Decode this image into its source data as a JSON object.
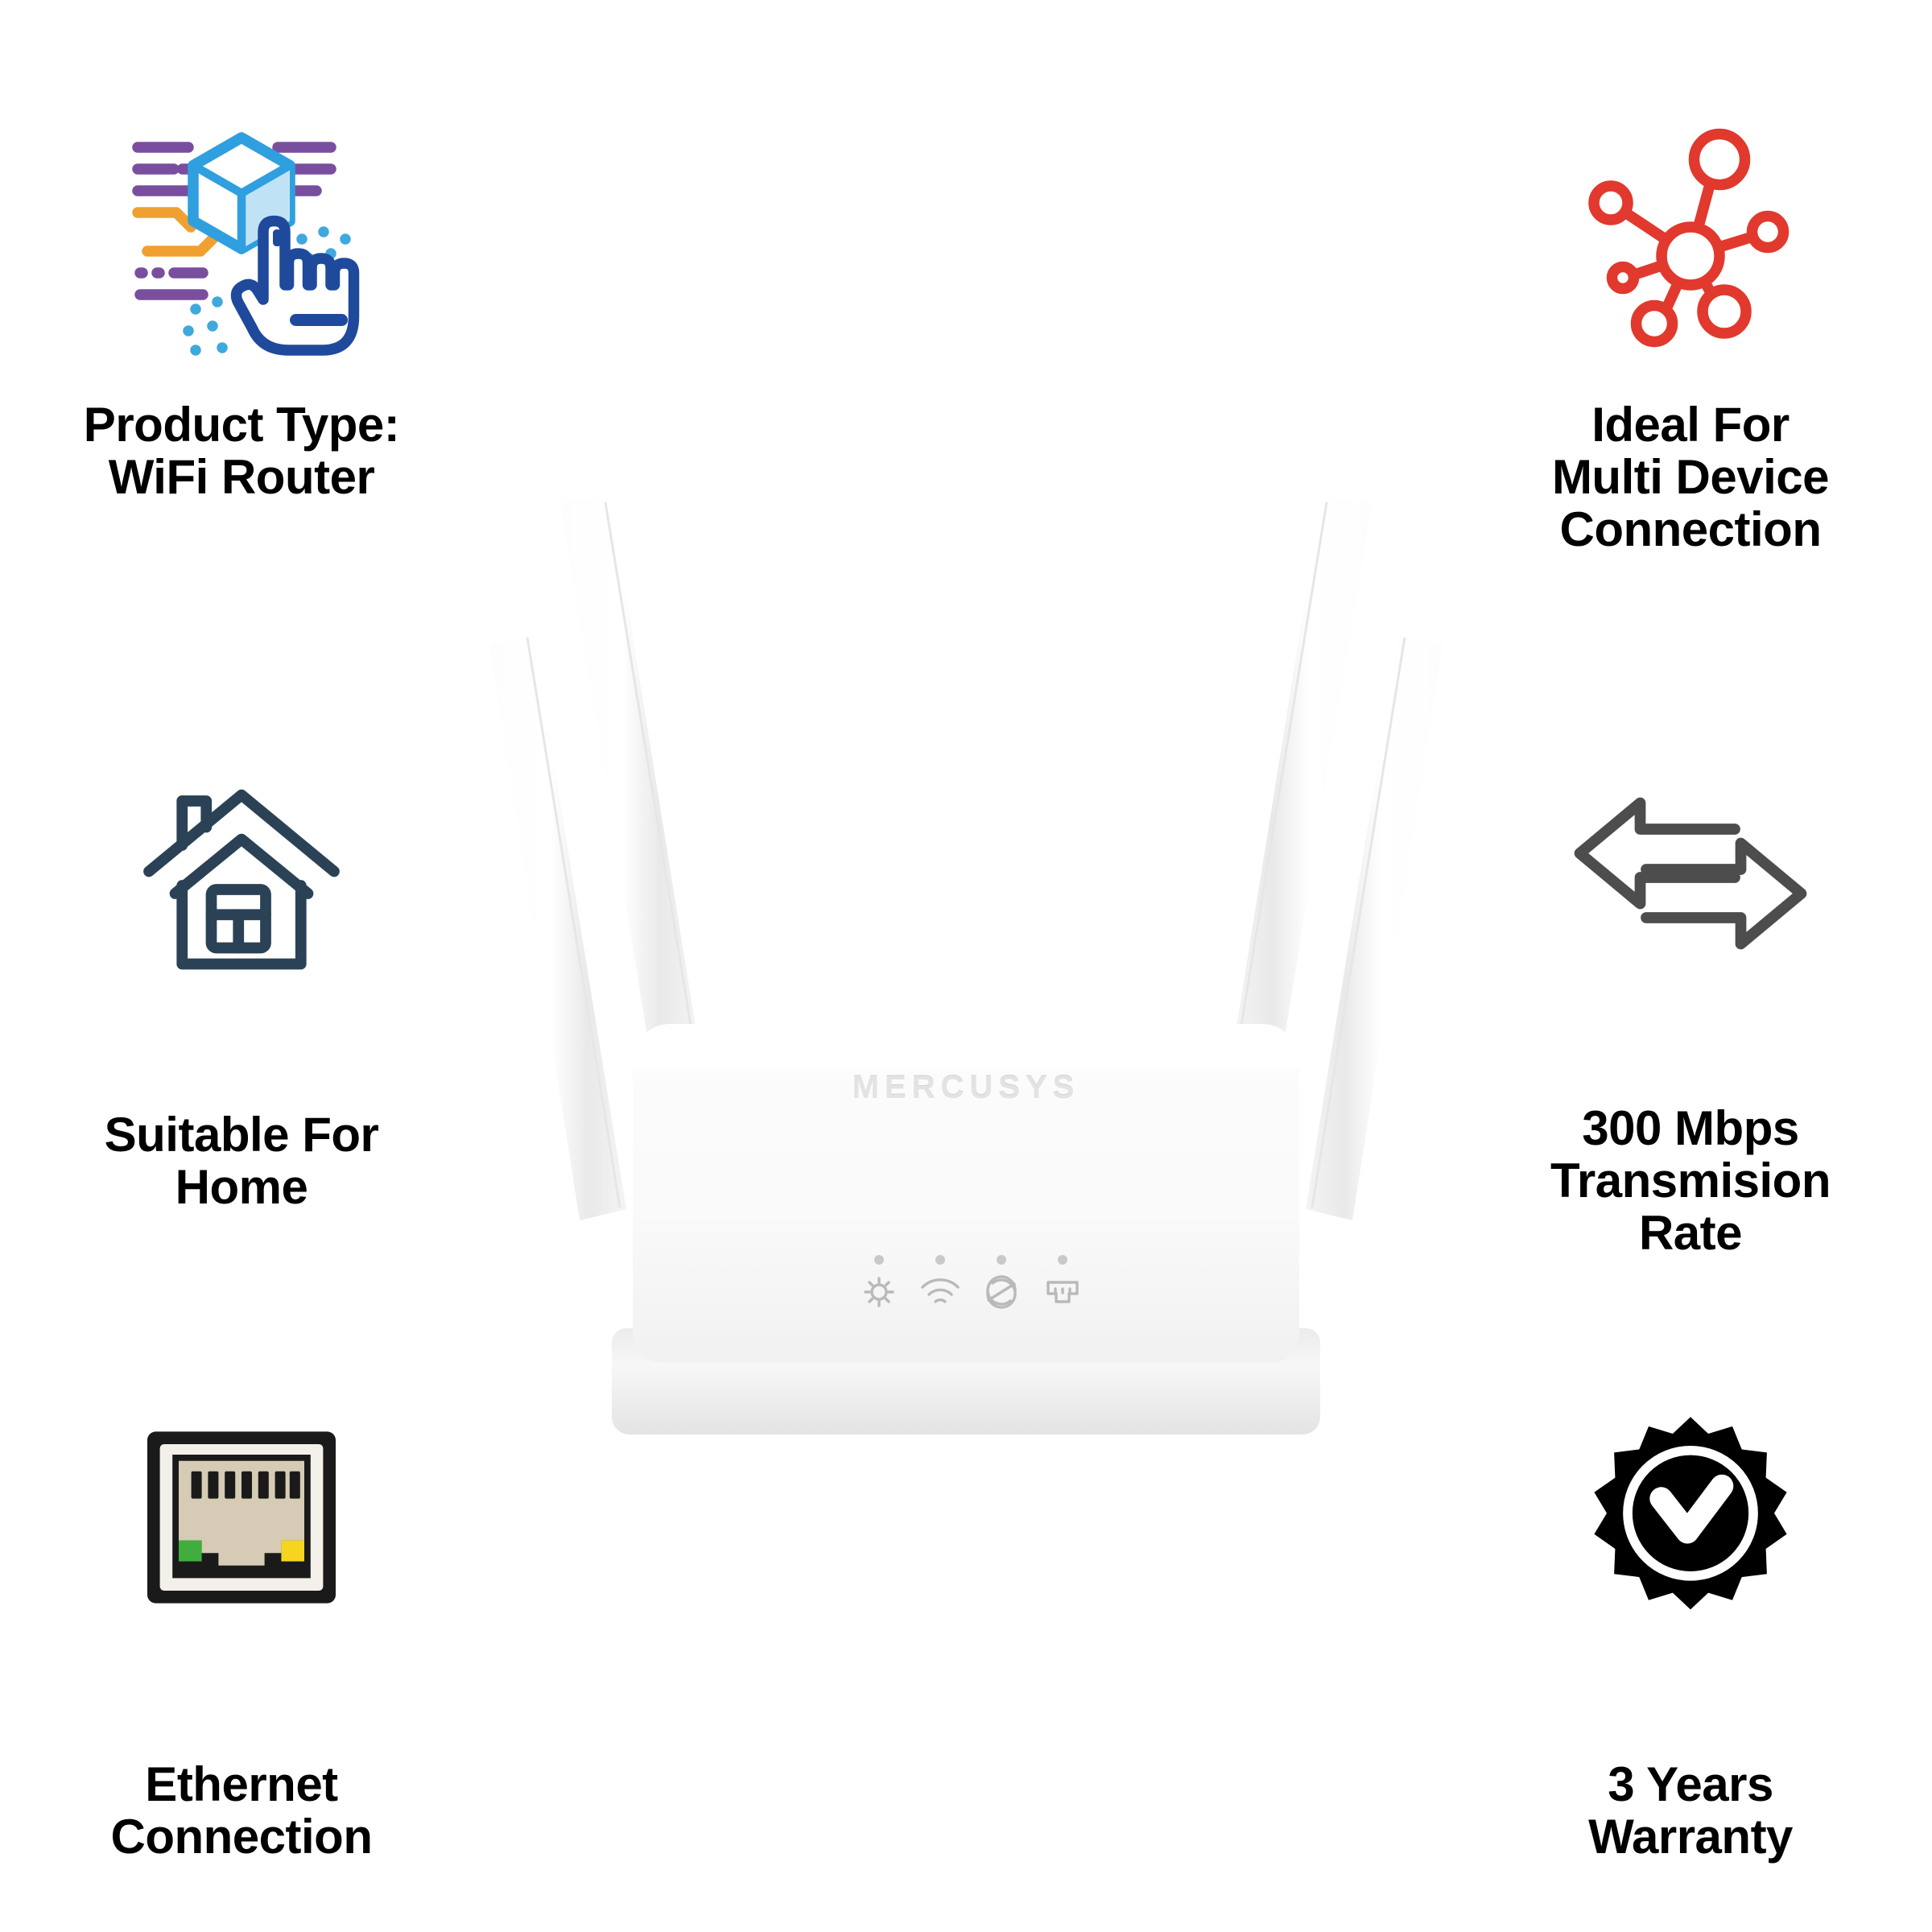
{
  "product": {
    "brand": "MERCUSYS",
    "device_type": "wifi-router",
    "led_indicators": [
      "power-led",
      "wifi-led",
      "internet-led",
      "lan-led"
    ],
    "antenna_count": 4
  },
  "features": {
    "product_type": {
      "label": "Product Type:\nWiFi Router",
      "icon": "product-selection-icon",
      "icon_colors": {
        "cube": "#2f9fe0",
        "cube_fill": "#bfe3f5",
        "lines_purple": "#7a4e9e",
        "lines_orange": "#f0a030",
        "hand": "#1f4a9c",
        "dots": "#3fa9dd"
      }
    },
    "multi_device": {
      "label": "Ideal For\nMulti Device\nConnection",
      "icon": "network-nodes-icon",
      "icon_colors": {
        "stroke": "#e1392d"
      }
    },
    "suitable_home": {
      "label": "Suitable For\nHome",
      "icon": "house-icon",
      "icon_colors": {
        "stroke": "#2b4256"
      }
    },
    "speed": {
      "label": "300 Mbps\nTransmision\nRate",
      "icon": "transfer-arrows-icon",
      "icon_colors": {
        "stroke": "#4d4d4d"
      }
    },
    "ethernet": {
      "label": "Ethernet\nConnection",
      "icon": "rj45-port-icon",
      "icon_colors": {
        "frame": "#1a1a1a",
        "body": "#d6cbb5",
        "bezel": "#f2f0e8",
        "led_green": "#3fae3f",
        "led_yellow": "#f5d520"
      }
    },
    "warranty": {
      "label": "3 Years\nWarranty",
      "icon": "verified-badge-icon",
      "icon_colors": {
        "badge": "#000000",
        "mark": "#ffffff"
      }
    }
  },
  "theme": {
    "background": "#ffffff",
    "text": "#000000"
  }
}
